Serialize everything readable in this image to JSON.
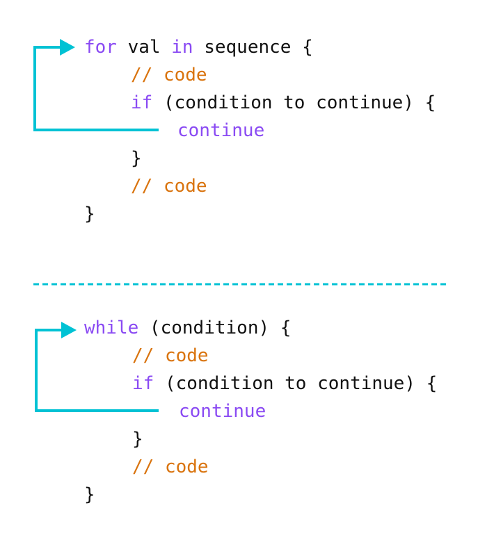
{
  "colors": {
    "keyword": "#8a4af3",
    "comment": "#d9730d",
    "text": "#111111",
    "arrow": "#00c2d4",
    "divider": "#00c2d4"
  },
  "for_block": {
    "line1": {
      "kw1": "for",
      "t1": " val ",
      "kw2": "in",
      "t2": " sequence {"
    },
    "line2": {
      "comment": "// code"
    },
    "line3": {
      "kw": "if",
      "text": " (condition to continue) {"
    },
    "line4": {
      "kw": "continue"
    },
    "line5": {
      "text": "}"
    },
    "line6": {
      "comment": "// code"
    },
    "line7": {
      "text": "}"
    }
  },
  "while_block": {
    "line1": {
      "kw": "while",
      "text": " (condition) {"
    },
    "line2": {
      "comment": "// code"
    },
    "line3": {
      "kw": "if",
      "text": " (condition to continue) {"
    },
    "line4": {
      "kw": "continue"
    },
    "line5": {
      "text": "}"
    },
    "line6": {
      "comment": "// code"
    },
    "line7": {
      "text": "}"
    }
  }
}
